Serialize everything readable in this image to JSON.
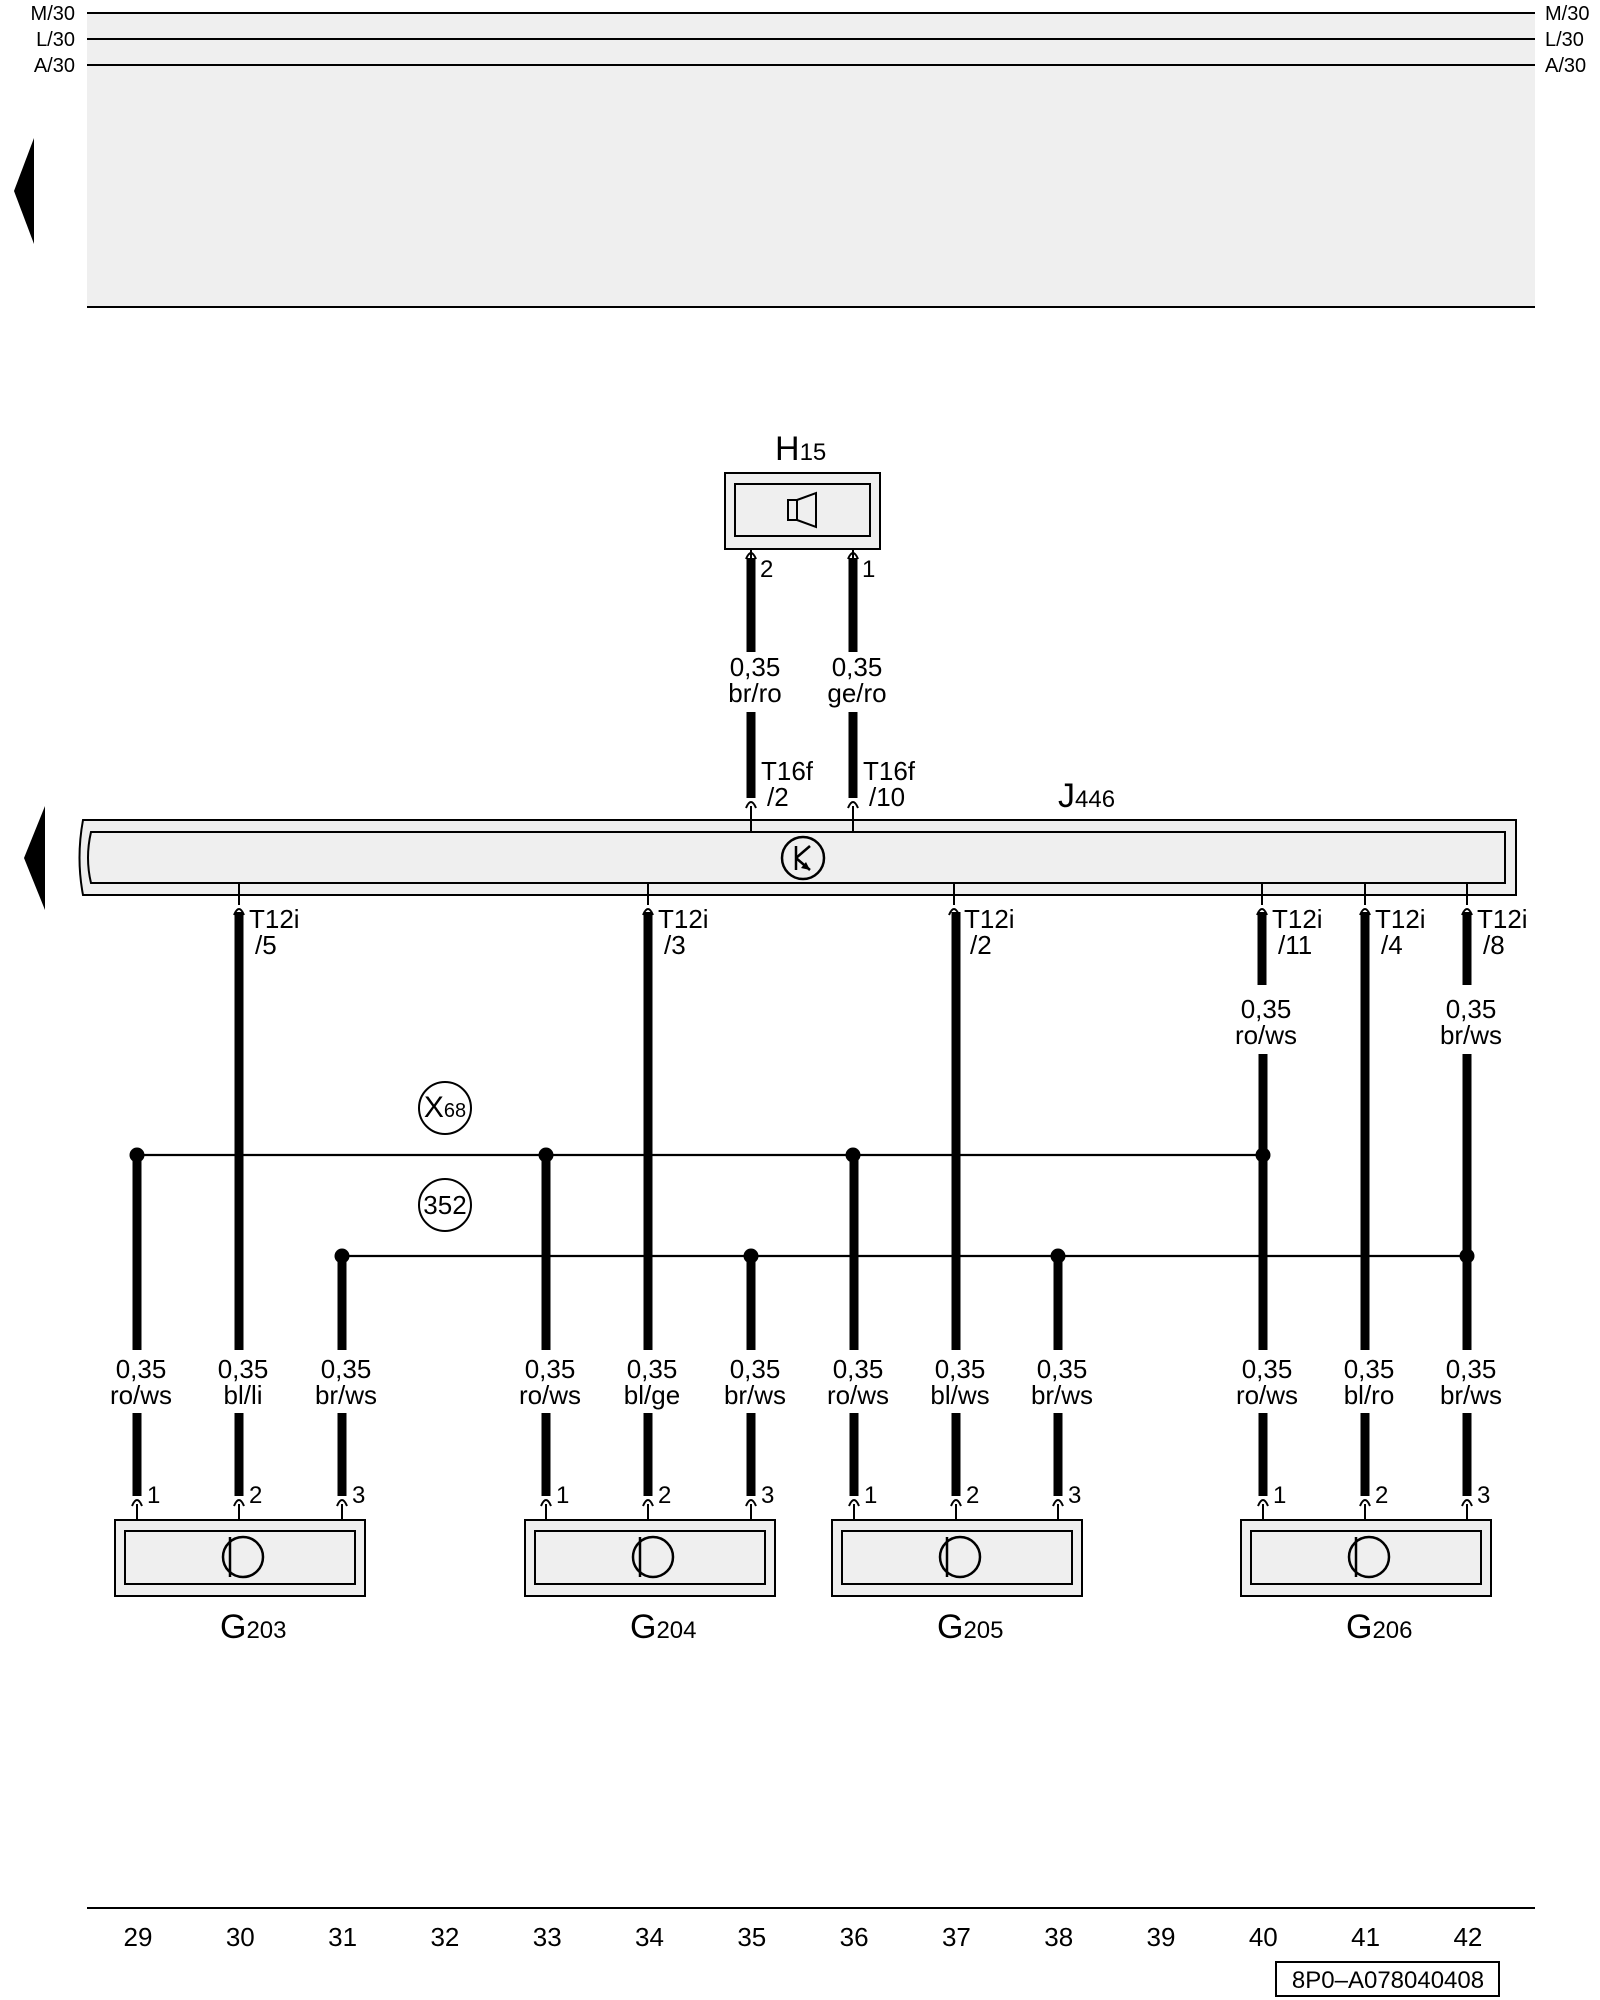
{
  "rails": {
    "left": [
      "M/30",
      "L/30",
      "A/30"
    ],
    "right": [
      "M/30",
      "L/30",
      "A/30"
    ]
  },
  "components": {
    "h15": {
      "main": "H",
      "sub": "15"
    },
    "j446": {
      "main": "J",
      "sub": "446"
    },
    "g203": {
      "main": "G",
      "sub": "203"
    },
    "g204": {
      "main": "G",
      "sub": "204"
    },
    "g205": {
      "main": "G",
      "sub": "205"
    },
    "g206": {
      "main": "G",
      "sub": "206"
    }
  },
  "h15_wires": [
    {
      "pin": "2",
      "size": "0,35",
      "color": "br/ro",
      "conn": "T16f",
      "conn_pin": "/2"
    },
    {
      "pin": "1",
      "size": "0,35",
      "color": "ge/ro",
      "conn": "T16f",
      "conn_pin": "/10"
    }
  ],
  "j446_wires": [
    {
      "conn": "T12i",
      "conn_pin": "/5",
      "size": "",
      "color": ""
    },
    {
      "conn": "T12i",
      "conn_pin": "/3",
      "size": "",
      "color": ""
    },
    {
      "conn": "T12i",
      "conn_pin": "/2",
      "size": "",
      "color": ""
    },
    {
      "conn": "T12i",
      "conn_pin": "/11",
      "size": "0,35",
      "color": "ro/ws"
    },
    {
      "conn": "T12i",
      "conn_pin": "/4",
      "size": "",
      "color": ""
    },
    {
      "conn": "T12i",
      "conn_pin": "/8",
      "size": "0,35",
      "color": "br/ws"
    }
  ],
  "nodes": {
    "x68": {
      "main": "X",
      "sub": "68"
    },
    "n352": {
      "label": "352"
    }
  },
  "sensor_wires": [
    {
      "size": "0,35",
      "color": "ro/ws",
      "pin": "1"
    },
    {
      "size": "0,35",
      "color": "bl/li",
      "pin": "2"
    },
    {
      "size": "0,35",
      "color": "br/ws",
      "pin": "3"
    },
    {
      "size": "0,35",
      "color": "ro/ws",
      "pin": "1"
    },
    {
      "size": "0,35",
      "color": "bl/ge",
      "pin": "2"
    },
    {
      "size": "0,35",
      "color": "br/ws",
      "pin": "3"
    },
    {
      "size": "0,35",
      "color": "ro/ws",
      "pin": "1"
    },
    {
      "size": "0,35",
      "color": "bl/ws",
      "pin": "2"
    },
    {
      "size": "0,35",
      "color": "br/ws",
      "pin": "3"
    },
    {
      "size": "0,35",
      "color": "ro/ws",
      "pin": "1"
    },
    {
      "size": "0,35",
      "color": "bl/ro",
      "pin": "2"
    },
    {
      "size": "0,35",
      "color": "br/ws",
      "pin": "3"
    }
  ],
  "columns": [
    "29",
    "30",
    "31",
    "32",
    "33",
    "34",
    "35",
    "36",
    "37",
    "38",
    "39",
    "40",
    "41",
    "42"
  ],
  "doc_id": "8P0–A078040408",
  "colors": {
    "fill": "#efefef",
    "line": "#000000"
  }
}
